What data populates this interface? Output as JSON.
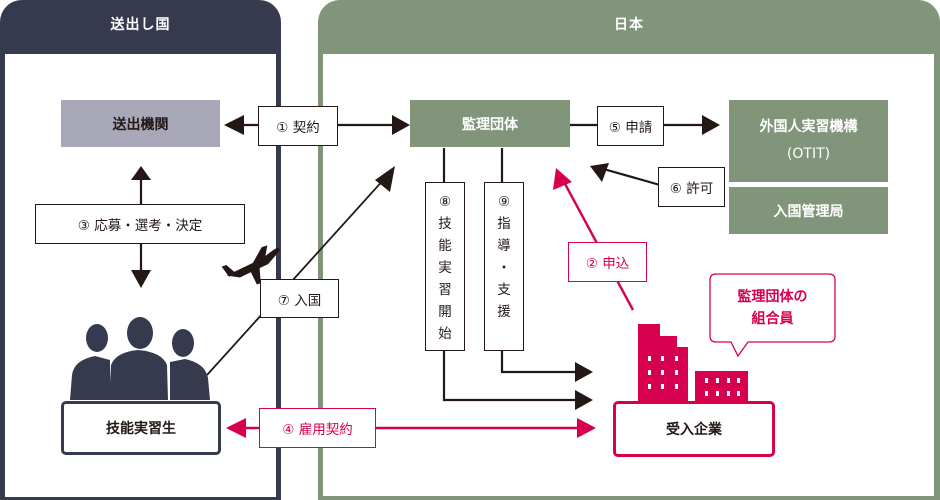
{
  "panels": {
    "sending_country": {
      "title": "送出し国",
      "color": "#363a4f"
    },
    "japan": {
      "title": "日本",
      "color": "#81957a"
    }
  },
  "nodes": {
    "sending_org": "送出機関",
    "trainee": "技能実習生",
    "supervising_org": "監理団体",
    "otit_line1": "外国人実習機構",
    "otit_line2": "(OTIT)",
    "immigration": "入国管理局",
    "company": "受入企業",
    "member_bubble_line1": "監理団体の",
    "member_bubble_line2": "組合員"
  },
  "steps": {
    "s1": "① 契約",
    "s2": "② 申込",
    "s3": "③ 応募・選考・決定",
    "s4": "④ 雇用契約",
    "s5": "⑤ 申請",
    "s6": "⑥ 許可",
    "s7": "⑦ 入国",
    "s8": [
      "⑧",
      "技",
      "能",
      "実",
      "習",
      "開",
      "始"
    ],
    "s9": [
      "⑨",
      "指",
      "導",
      "・",
      "支",
      "援"
    ]
  },
  "colors": {
    "accent_pink": "#d6004f",
    "org_gray": "#a9a8b8",
    "japan_green": "#81957a",
    "dark_navy": "#363a4f",
    "arrow_black": "#231815"
  },
  "icons": [
    "airplane-icon",
    "people-silhouette-icon",
    "buildings-icon"
  ]
}
